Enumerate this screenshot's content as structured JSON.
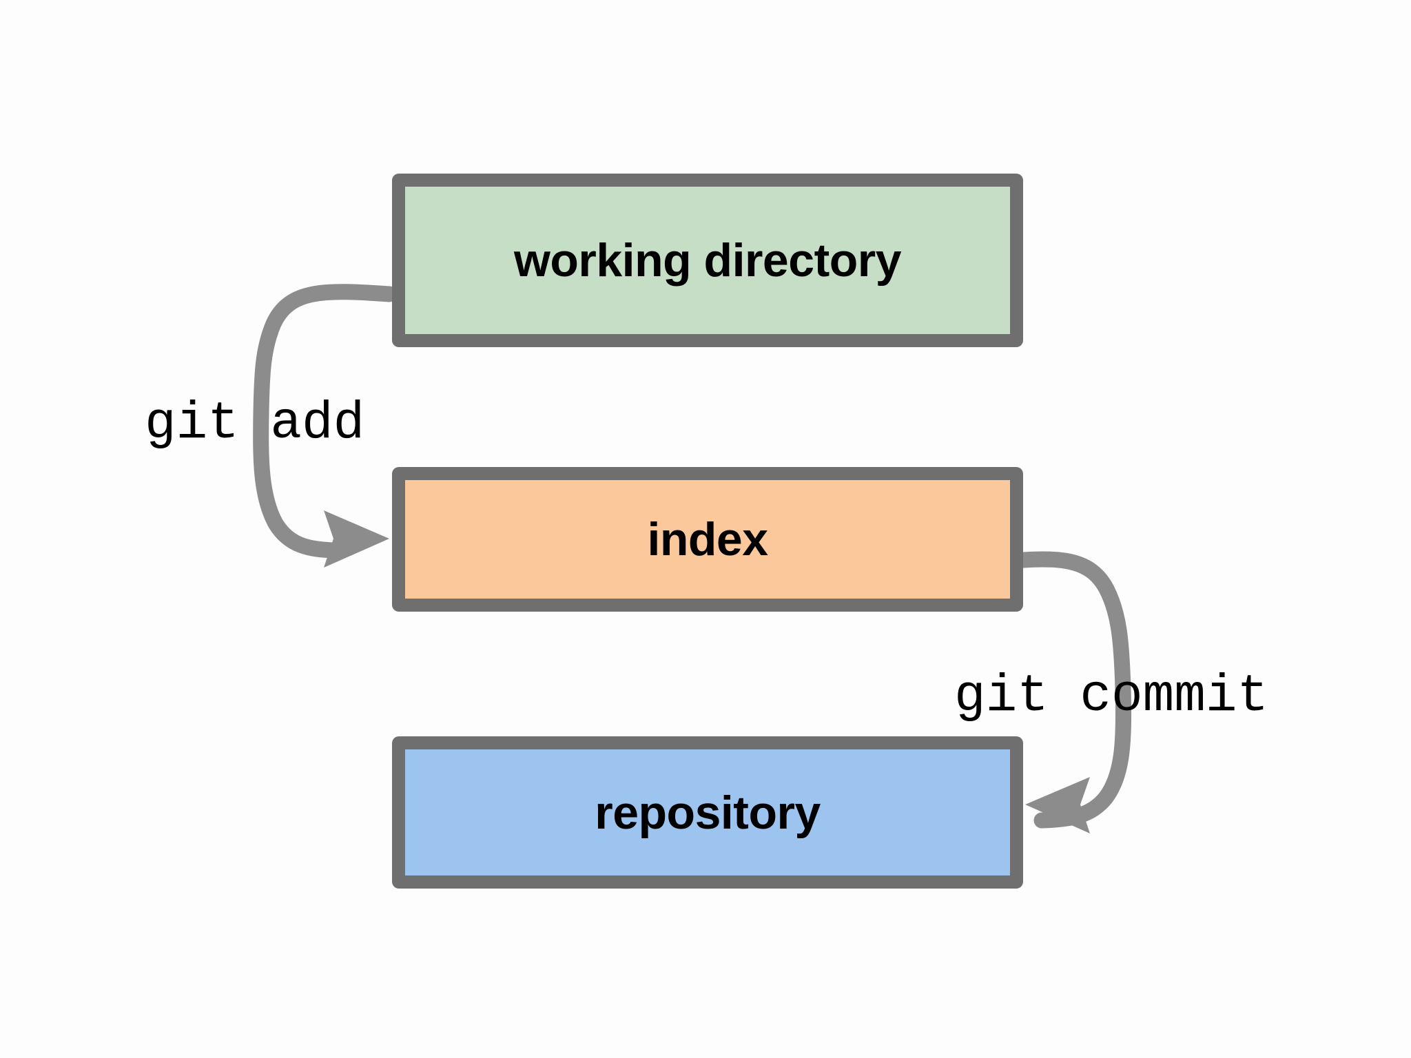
{
  "diagram": {
    "title_text_present": false,
    "background_color": "#fdfdfd",
    "border_color": "#6f6f6f",
    "arrow_color": "#8c8c8c",
    "nodes": [
      {
        "id": "working-directory",
        "label": "working directory",
        "fill": "#c5dec5"
      },
      {
        "id": "index",
        "label": "index",
        "fill": "#fac89b"
      },
      {
        "id": "repository",
        "label": "repository",
        "fill": "#9dc3ef"
      }
    ],
    "edges": [
      {
        "id": "git-add",
        "label": "git add",
        "from": "working-directory",
        "to": "index"
      },
      {
        "id": "git-commit",
        "label": "git commit",
        "from": "index",
        "to": "repository"
      }
    ]
  }
}
